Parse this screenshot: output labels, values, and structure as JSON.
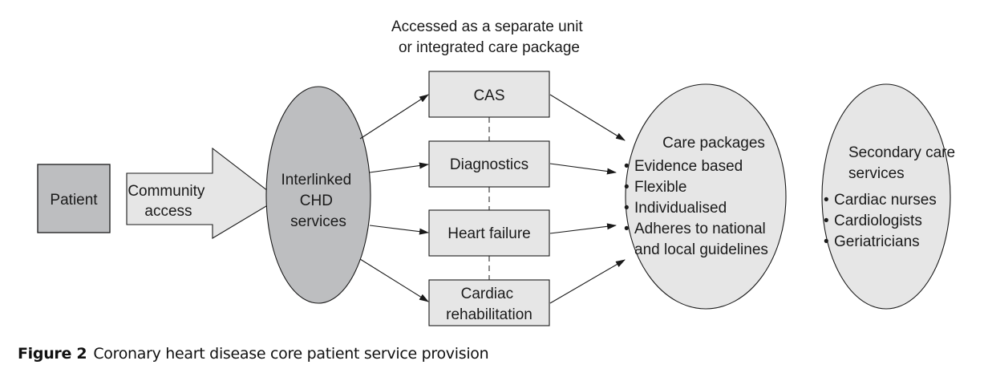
{
  "diagram": {
    "header_note": [
      "Accessed as a separate unit",
      "or integrated care package"
    ],
    "patient": {
      "label": "Patient"
    },
    "community_access": {
      "label": [
        "Community",
        "access"
      ]
    },
    "interlinked": {
      "label": [
        "Interlinked",
        "CHD",
        "services"
      ]
    },
    "services": [
      {
        "id": "cas",
        "label": [
          "CAS"
        ]
      },
      {
        "id": "diagnostics",
        "label": [
          "Diagnostics"
        ]
      },
      {
        "id": "heart-failure",
        "label": [
          "Heart failure"
        ]
      },
      {
        "id": "cardiac-rehabilitation",
        "label": [
          "Cardiac",
          "rehabilitation"
        ]
      }
    ],
    "care_packages": {
      "title": "Care packages",
      "items": [
        "Evidence based",
        "Flexible",
        "Individualised",
        "Adheres to national",
        "and local guidelines"
      ]
    },
    "secondary_care": {
      "title": [
        "Secondary care",
        "services"
      ],
      "items": [
        "Cardiac nurses",
        "Cardiologists",
        "Geriatricians"
      ]
    },
    "colors": {
      "dark_fill": "#bdbec0",
      "light_fill": "#e6e6e6",
      "stroke": "#1a1a1a"
    }
  },
  "caption": {
    "figure_label": "Figure 2",
    "text": "Coronary heart disease core patient service provision"
  }
}
